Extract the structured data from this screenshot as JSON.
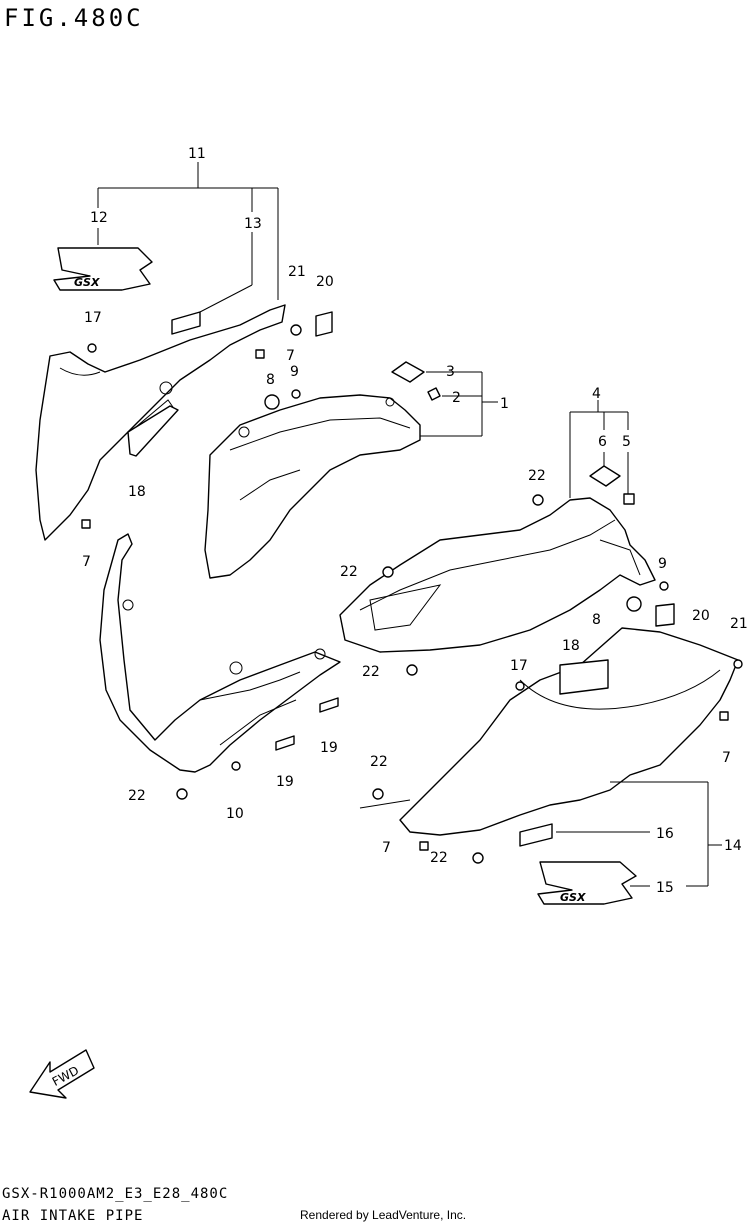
{
  "figure": {
    "title": "FIG.480C",
    "code": "GSX-R1000AM2_E3_E28_480C",
    "subtitle": "AIR INTAKE PIPE",
    "credit": "Rendered by LeadVenture, Inc.",
    "fwd_label": "FWD"
  },
  "callouts": [
    "11",
    "12",
    "13",
    "21",
    "20",
    "17",
    "7",
    "8",
    "9",
    "3",
    "2",
    "1",
    "18",
    "7",
    "4",
    "6",
    "5",
    "22",
    "22",
    "9",
    "8",
    "20",
    "21",
    "22",
    "18",
    "17",
    "7",
    "19",
    "19",
    "22",
    "10",
    "22",
    "16",
    "14",
    "7",
    "22",
    "15"
  ],
  "logo_text": "GSX"
}
